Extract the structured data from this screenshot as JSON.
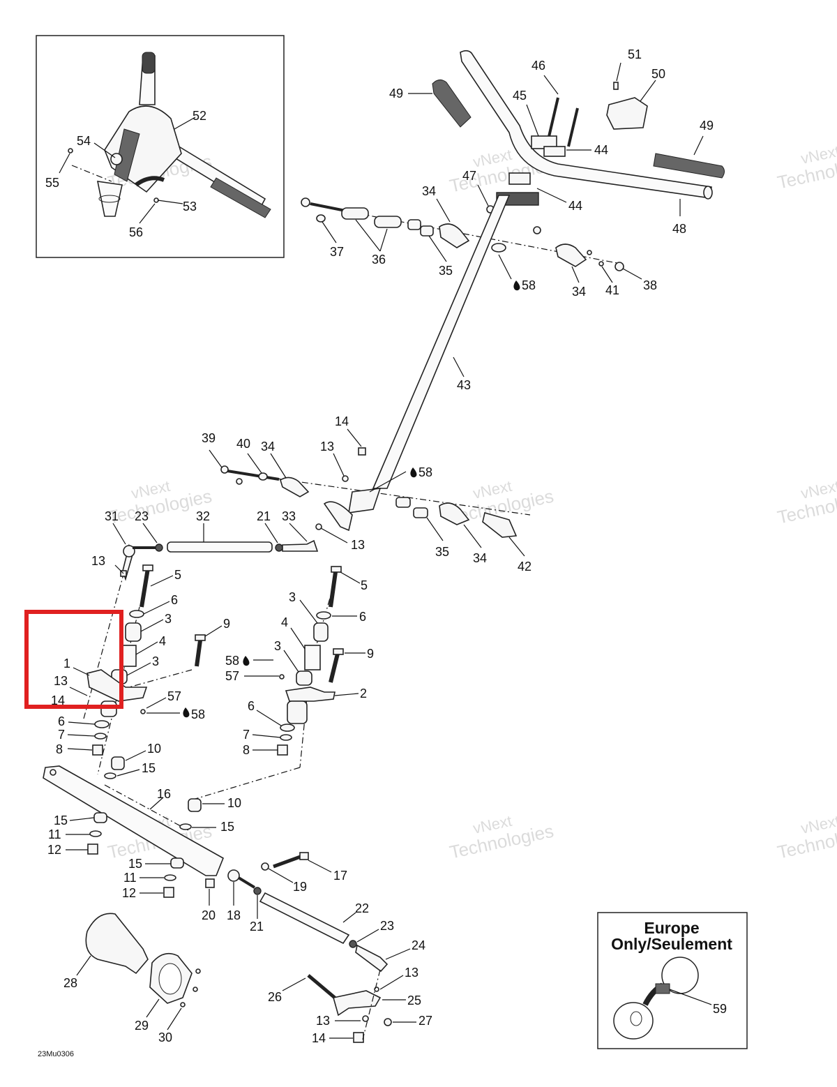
{
  "diagram": {
    "reference_code": "23Mu0306",
    "watermark_lines": [
      "vNext",
      "Technologies"
    ],
    "europe_box": {
      "line1": "Europe",
      "line2": "Only/Seulement",
      "part_label": "59"
    },
    "highlight_color": "#e02020",
    "labels": {
      "l51": "51",
      "l46": "46",
      "l50": "50",
      "l49a": "49",
      "l45": "45",
      "l49b": "49",
      "l44a": "44",
      "l47": "47",
      "l34a": "34",
      "l44b": "44",
      "l48": "48",
      "l37": "37",
      "l36": "36",
      "l35a": "35",
      "l58a": "58",
      "l34b": "34",
      "l41": "41",
      "l38": "38",
      "l43": "43",
      "l14a": "14",
      "l39": "39",
      "l40": "40",
      "l34c": "34",
      "l13a": "13",
      "l58b": "58",
      "l31": "31",
      "l23a": "23",
      "l32": "32",
      "l21a": "21",
      "l33": "33",
      "l13b": "13",
      "l35b": "35",
      "l34d": "34",
      "l42": "42",
      "l13c": "13",
      "l5a": "5",
      "l6a": "6",
      "l3a": "3",
      "l4a": "4",
      "l3b": "3",
      "l1": "1",
      "l13d": "13",
      "l14b": "14",
      "l9a": "9",
      "l57a": "57",
      "l58c": "58",
      "l6b": "6",
      "l7a": "7",
      "l8a": "8",
      "l10a": "10",
      "l15a": "15",
      "l5b": "5",
      "l3c": "3",
      "l6c": "6",
      "l4b": "4",
      "l9b": "9",
      "l3d": "3",
      "l58d": "58",
      "l57b": "57",
      "l2": "2",
      "l6d": "6",
      "l7b": "7",
      "l8b": "8",
      "l16": "16",
      "l10b": "10",
      "l15b": "15",
      "l11a": "11",
      "l12a": "12",
      "l15c": "15",
      "l15d": "15",
      "l11b": "11",
      "l12b": "12",
      "l17": "17",
      "l19": "19",
      "l20": "20",
      "l18": "18",
      "l21b": "21",
      "l22": "22",
      "l23b": "23",
      "l24": "24",
      "l13e": "13",
      "l26": "26",
      "l25": "25",
      "l13f": "13",
      "l27": "27",
      "l14c": "14",
      "l28": "28",
      "l29": "29",
      "l30": "30",
      "l52": "52",
      "l54": "54",
      "l55": "55",
      "l53": "53",
      "l56": "56"
    }
  }
}
